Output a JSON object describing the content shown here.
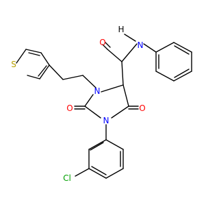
{
  "colors": {
    "carbon": "#000000",
    "oxygen": "#ff0000",
    "nitrogen": "#0000ff",
    "sulfur": "#b8a000",
    "chlorine": "#00a000",
    "hydrogen": "#000000",
    "background": "#ffffff"
  },
  "atoms": {
    "amide_n": "N",
    "amide_h": "H",
    "amide_o": "O",
    "ring_n1": "N",
    "ring_n2": "N",
    "carbonyl_o_left": "O",
    "carbonyl_o_right": "O",
    "thiophene_s": "S",
    "chlorine": "Cl"
  }
}
